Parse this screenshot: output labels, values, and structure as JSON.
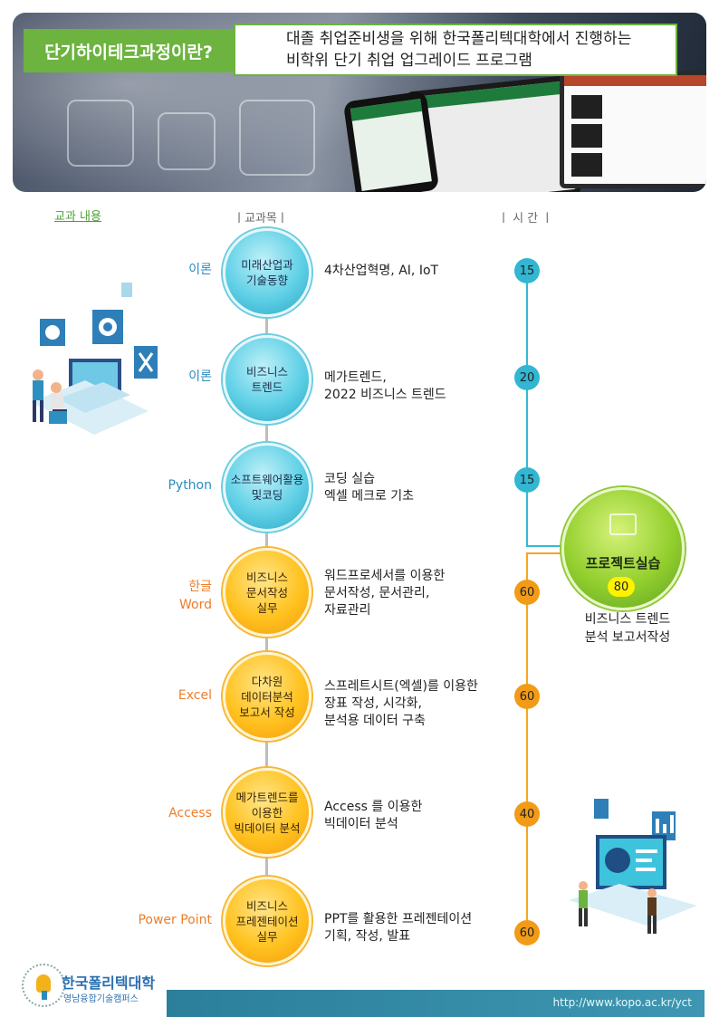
{
  "header": {
    "title": "단기하이테크과정이란?",
    "subtitle_line1": "대졸 취업준비생을 위해 한국폴리텍대학에서 진행하는",
    "subtitle_line2": "비학위 단기 취업 업그레이드 프로그램"
  },
  "columns": {
    "content": "교과 내용",
    "subject": "ㅣ교과목ㅣ",
    "hours": "ㅣ 시 간 ㅣ"
  },
  "courses": [
    {
      "category": "이론",
      "name": "미래산업과\n기술동향",
      "description": "4차산업혁명, AI, IoT",
      "hours": "15",
      "color": "#32b6d2"
    },
    {
      "category": "이론",
      "name": "비즈니스\n트렌드",
      "description": "메가트렌드,\n2022 비즈니스 트렌드",
      "hours": "20",
      "color": "#32b6d2"
    },
    {
      "category": "Python",
      "name": "소프트웨어활용\n및코딩",
      "description": "코딩 실습\n엑셀 메크로 기초",
      "hours": "15",
      "color": "#32b6d2"
    },
    {
      "category": "한글\nWord",
      "name": "비즈니스\n문서작성\n실무",
      "description": "워드프로세서를 이용한\n문서작성, 문서관리,\n자료관리",
      "hours": "60",
      "color": "#f29b16"
    },
    {
      "category": "Excel",
      "name": "다차원\n데이터분석\n보고서 작성",
      "description": "스프레트시트(엑셀)를 이용한\n장표 작성, 시각화,\n분석용 데이터 구축",
      "hours": "60",
      "color": "#f29b16"
    },
    {
      "category": "Access",
      "name": "메가트렌드를\n이용한\n빅데이터 분석",
      "description": "Access 를 이용한\n빅데이터 분석",
      "hours": "40",
      "color": "#f29b16"
    },
    {
      "category": "Power Point",
      "name": "비즈니스\n프레젠테이션\n실무",
      "description": "PPT를 활용한 프레젠테이션\n기획, 작성, 발표",
      "hours": "60",
      "color": "#f29b16"
    }
  ],
  "project": {
    "label": "프로젝트실습",
    "hours": "80",
    "description": "비즈니스 트렌드\n분석 보고서작성",
    "color": "#93cf2e"
  },
  "footer": {
    "logo_name": "한국폴리텍대학",
    "logo_sub": "영남융합기술캠퍼스",
    "url": "http://www.kopo.ac.kr/yct"
  }
}
